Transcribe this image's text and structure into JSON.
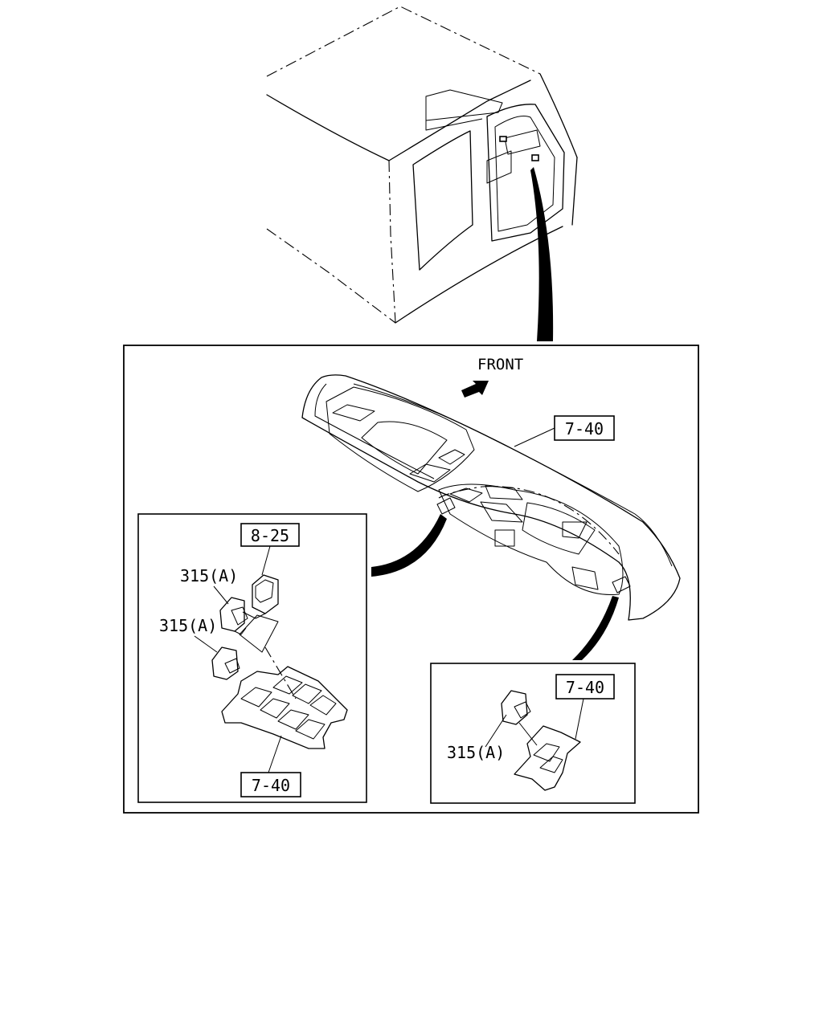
{
  "diagram": {
    "front_label": "FRONT",
    "callouts": {
      "dash_ref": "7-40",
      "left_top_ref": "8-25",
      "left_switch_upper": "315(A)",
      "left_switch_lower": "315(A)",
      "left_bottom_ref": "7-40",
      "right_ref": "7-40",
      "right_switch": "315(A)"
    }
  }
}
